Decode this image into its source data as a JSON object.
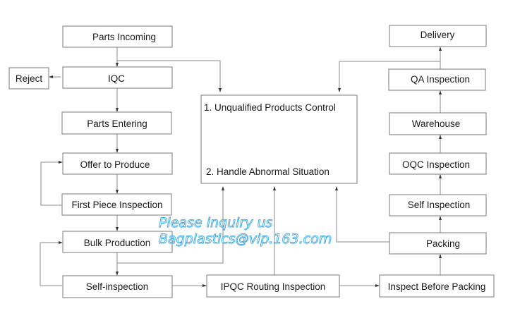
{
  "left_column": {
    "parts_incoming": "Parts Incoming",
    "iqc": "IQC",
    "reject": "Reject",
    "parts_entering": "Parts Entering",
    "offer_to_produce": "Offer to Produce",
    "first_piece_inspection": "First Piece Inspection",
    "bulk_production": "Bulk Production",
    "self_inspection": "Self-inspection"
  },
  "center": {
    "item_1": "1. Unqualified Products Control",
    "item_2": "2. Handle Abnormal Situation",
    "ipqc": "IPQC Routing Inspection"
  },
  "right_column": {
    "inspect_before_packing": "Inspect Before Packing",
    "packing": "Packing",
    "self_inspection": "Self Inspection",
    "oqc_inspection": "OQC Inspection",
    "warehouse": "Warehouse",
    "qa_inspection": "QA Inspection",
    "delivery": "Delivery"
  },
  "watermark": {
    "line1": "Please inquiry us",
    "line2": "Bagplastics@vip.163.com"
  }
}
